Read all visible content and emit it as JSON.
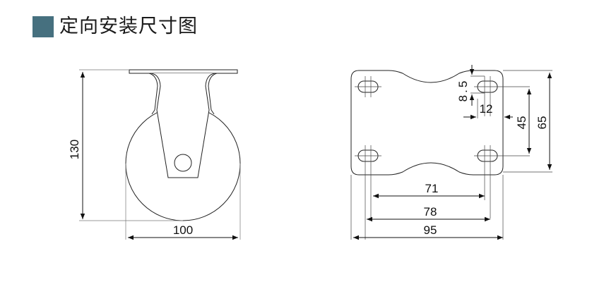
{
  "header": {
    "title": "定向安装尺寸图",
    "accent_color": "#46707f"
  },
  "side_view": {
    "label": "fixed-caster-side-view",
    "dimensions": {
      "height": "130",
      "wheel_diameter": "100"
    }
  },
  "top_plate_view": {
    "label": "mounting-plate-top-view",
    "dimensions": {
      "hole_offset_vertical": "8.5",
      "hole_offset_horizontal": "12",
      "hole_spacing_vertical": "45",
      "plate_width": "65",
      "hole_spacing_inner": "71",
      "hole_spacing_outer": "78",
      "plate_length": "95"
    }
  }
}
